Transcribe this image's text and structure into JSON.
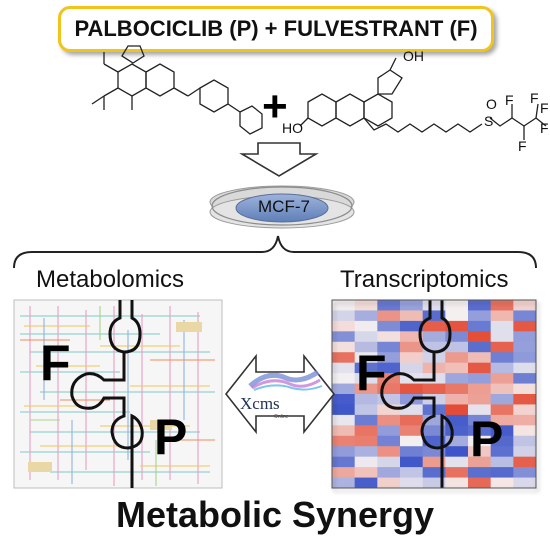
{
  "title": "PALBOCICLIB (P) + FULVESTRANT (F)",
  "plus_sign": "+",
  "cell_line": "MCF-7",
  "left_label": "Metabolomics",
  "right_label": "Transcriptomics",
  "left_panel": {
    "letter_top": "F",
    "letter_bottom": "P"
  },
  "right_panel": {
    "letter_top": "F",
    "letter_bottom": "P"
  },
  "center_logo": {
    "text": "Xcms",
    "subtext": "Online"
  },
  "bottom_title": "Metabolic Synergy",
  "molecule_labels": {
    "oh_top": "OH",
    "oh_left": "HO",
    "sulfoxide_s": "S",
    "sulfoxide_o": "O",
    "fluorines": [
      "F",
      "F",
      "F",
      "F",
      "F"
    ]
  },
  "colors": {
    "title_border": "#f0c419",
    "dish": "#6f8fc4",
    "heat_high": "#e34a33",
    "heat_low": "#3d55c8"
  }
}
